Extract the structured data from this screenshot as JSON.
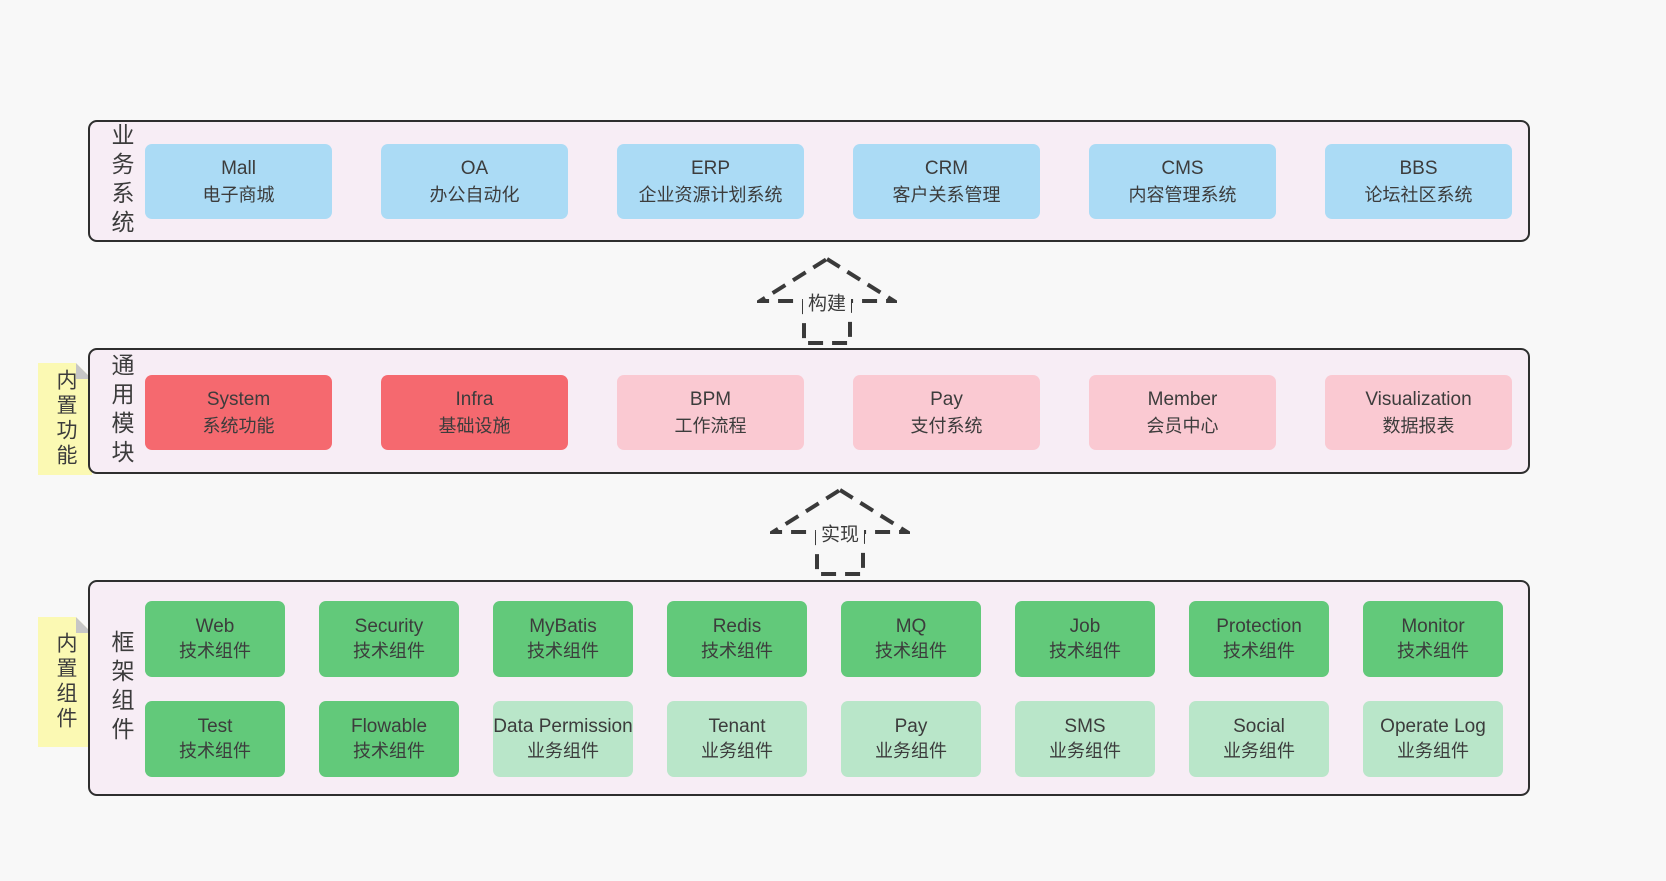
{
  "colors": {
    "page_bg": "#f8f8f8",
    "layer_bg": "#f7edf5",
    "layer_border": "#2e2e2e",
    "box_blue": "#abdbf5",
    "box_red": "#f5696f",
    "box_pink": "#fac9d2",
    "box_green": "#62c97a",
    "box_green_light": "#b9e6c9",
    "sticky_yellow": "#fbf9b3",
    "sticky_fold_gray": "#c6c6c6",
    "text": "#3c3c3c"
  },
  "layers": {
    "business": {
      "label": "业务系统",
      "boxes": [
        {
          "name": "Mall",
          "desc": "电子商城",
          "variant": "blue"
        },
        {
          "name": "OA",
          "desc": "办公自动化",
          "variant": "blue"
        },
        {
          "name": "ERP",
          "desc": "企业资源计划系统",
          "variant": "blue"
        },
        {
          "name": "CRM",
          "desc": "客户关系管理",
          "variant": "blue"
        },
        {
          "name": "CMS",
          "desc": "内容管理系统",
          "variant": "blue"
        },
        {
          "name": "BBS",
          "desc": "论坛社区系统",
          "variant": "blue"
        }
      ]
    },
    "modules": {
      "label": "通用模块",
      "sticky": "内置功能",
      "boxes": [
        {
          "name": "System",
          "desc": "系统功能",
          "variant": "red"
        },
        {
          "name": "Infra",
          "desc": "基础设施",
          "variant": "red"
        },
        {
          "name": "BPM",
          "desc": "工作流程",
          "variant": "pink"
        },
        {
          "name": "Pay",
          "desc": "支付系统",
          "variant": "pink"
        },
        {
          "name": "Member",
          "desc": "会员中心",
          "variant": "pink"
        },
        {
          "name": "Visualization",
          "desc": "数据报表",
          "variant": "pink"
        }
      ]
    },
    "components": {
      "label": "框架组件",
      "sticky": "内置组件",
      "rows": [
        [
          {
            "name": "Web",
            "desc": "技术组件",
            "variant": "green"
          },
          {
            "name": "Security",
            "desc": "技术组件",
            "variant": "green"
          },
          {
            "name": "MyBatis",
            "desc": "技术组件",
            "variant": "green"
          },
          {
            "name": "Redis",
            "desc": "技术组件",
            "variant": "green"
          },
          {
            "name": "MQ",
            "desc": "技术组件",
            "variant": "green"
          },
          {
            "name": "Job",
            "desc": "技术组件",
            "variant": "green"
          },
          {
            "name": "Protection",
            "desc": "技术组件",
            "variant": "green"
          },
          {
            "name": "Monitor",
            "desc": "技术组件",
            "variant": "green"
          }
        ],
        [
          {
            "name": "Test",
            "desc": "技术组件",
            "variant": "green"
          },
          {
            "name": "Flowable",
            "desc": "技术组件",
            "variant": "green"
          },
          {
            "name": "Data Permission",
            "desc": "业务组件",
            "variant": "green-light"
          },
          {
            "name": "Tenant",
            "desc": "业务组件",
            "variant": "green-light"
          },
          {
            "name": "Pay",
            "desc": "业务组件",
            "variant": "green-light"
          },
          {
            "name": "SMS",
            "desc": "业务组件",
            "variant": "green-light"
          },
          {
            "name": "Social",
            "desc": "业务组件",
            "variant": "green-light"
          },
          {
            "name": "Operate Log",
            "desc": "业务组件",
            "variant": "green-light"
          }
        ]
      ]
    }
  },
  "arrows": [
    {
      "label": "构建"
    },
    {
      "label": "实现"
    }
  ]
}
